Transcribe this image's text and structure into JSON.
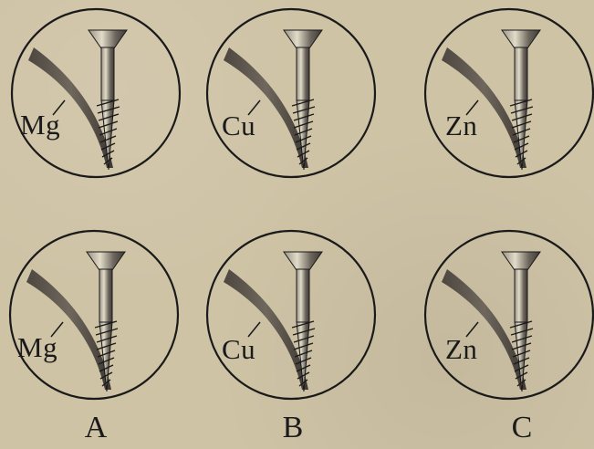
{
  "rows": [
    {
      "cells": [
        {
          "metal": "Mg"
        },
        {
          "metal": "Cu"
        },
        {
          "metal": "Zn"
        }
      ]
    },
    {
      "cells": [
        {
          "metal": "Mg"
        },
        {
          "metal": "Cu"
        },
        {
          "metal": "Zn"
        }
      ]
    }
  ],
  "options": [
    "A",
    "B",
    "C"
  ],
  "colors": {
    "background": "#cfc3a6",
    "outline": "#1a1a1a",
    "strip": "#5d564d",
    "screw": "#6f685f"
  }
}
